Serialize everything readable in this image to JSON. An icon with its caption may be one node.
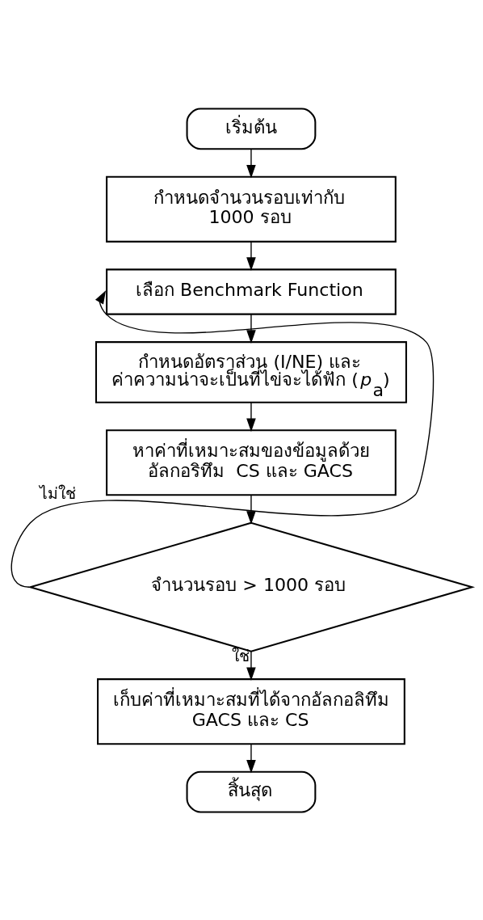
{
  "diagram": {
    "nodes": [
      {
        "text": [
          "เริ่มต้น"
        ]
      },
      {
        "text": [
          "กำหนดจำนวนรอบเท่ากับ 1000 รอบ"
        ]
      },
      {
        "text": [
          "เลือก Benchmark Function"
        ]
      },
      {
        "text": [
          "กำหนดอัตราส่วน (I/NE) และ ค่าความน่าจะเป็นที่ไข่จะได้ฟัก (*p*$_{a}$)"
        ]
      },
      {
        "text": [
          "หาค่าที่เหมาะสมของข้อมูลด้วย อัลกอริทึม  CS และ GACS"
        ]
      },
      {
        "text": [
          "จำนวนรอบ > 1000 รอบ"
        ]
      },
      {
        "text": [
          "เก็บค่าที่เหมาะสมที่ได้จากอัลกอลิทึม GACS และ CS"
        ]
      },
      {
        "text": [
          "สิ้นสุด"
        ]
      }
    ],
    "edges": [
      {
        "from": 0,
        "to": 1,
        "arrow": "to"
      },
      {
        "from": 1,
        "to": 2,
        "arrow": "to"
      },
      {
        "from": 2,
        "to": 3,
        "arrow": "to"
      },
      {
        "from": 3,
        "to": 4,
        "arrow": "to"
      },
      {
        "from": 4,
        "to": 5,
        "arrow": "to"
      },
      {
        "from": 5,
        "to": 2,
        "arrow": "to",
        "label": "ไม่ใช่"
      },
      {
        "from": 5,
        "to": 6,
        "arrow": "to",
        "label": "ใช่"
      },
      {
        "from": 6,
        "to": 7,
        "arrow": "to"
      }
    ]
  }
}
